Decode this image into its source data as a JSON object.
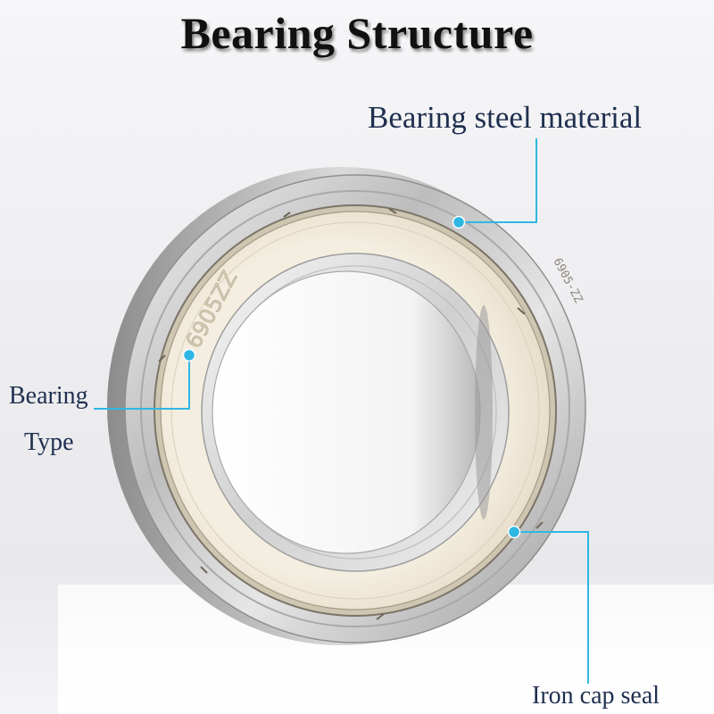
{
  "title": "Bearing Structure",
  "labels": {
    "steel_material": "Bearing steel material",
    "bearing_type_line1": "Bearing",
    "bearing_type_line2": "Type",
    "iron_cap_seal": "Iron cap seal"
  },
  "bearing_markings": {
    "left": "6905ZZ",
    "right": "6905-ZZ"
  },
  "colors": {
    "leader_line": "#2fb7e3",
    "label_text": "#1f2f4f",
    "title_text": "#111111",
    "seal_cream": "#ece4d2"
  }
}
